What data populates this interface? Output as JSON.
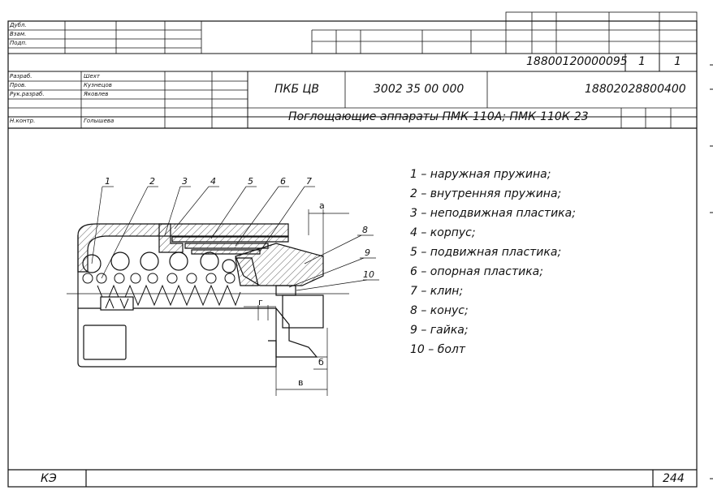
{
  "left_stamp": {
    "rows": [
      "Дубл.",
      "Взам.",
      "Подп."
    ]
  },
  "top_block": {
    "doc_number": "18800120000095",
    "sheet": "1",
    "sheets": "1"
  },
  "title_block": {
    "roles": [
      {
        "role": "Разраб.",
        "name": "Шехт"
      },
      {
        "role": "Пров.",
        "name": "Кузнецов"
      },
      {
        "role": "Рук.разраб.",
        "name": "Яковлев"
      },
      {
        "role": "",
        "name": ""
      },
      {
        "role": "Н.контр.",
        "name": "Голышева"
      }
    ],
    "org": "ПКБ ЦВ",
    "designation": "3002 35 00 000",
    "code": "18802028800400",
    "title": "Поглощающие аппараты ПМК-110А; ПМК-110К-23"
  },
  "drawing": {
    "callouts": [
      "1",
      "2",
      "3",
      "4",
      "5",
      "6",
      "7",
      "8",
      "9",
      "10"
    ],
    "dims": {
      "a": "а",
      "b": "б",
      "v": "в",
      "g": "г"
    }
  },
  "legend": [
    "1 – наружная пружина;",
    "2 – внутренняя пружина;",
    "3 – неподвижная пластика;",
    "4 – корпус;",
    "5 – подвижная пластика;",
    "6 – опорная пластика;",
    "7 – клин;",
    "8 – конус;",
    "9 – гайка;",
    "10 – болт"
  ],
  "footer": {
    "left": "КЭ",
    "page": "244"
  }
}
